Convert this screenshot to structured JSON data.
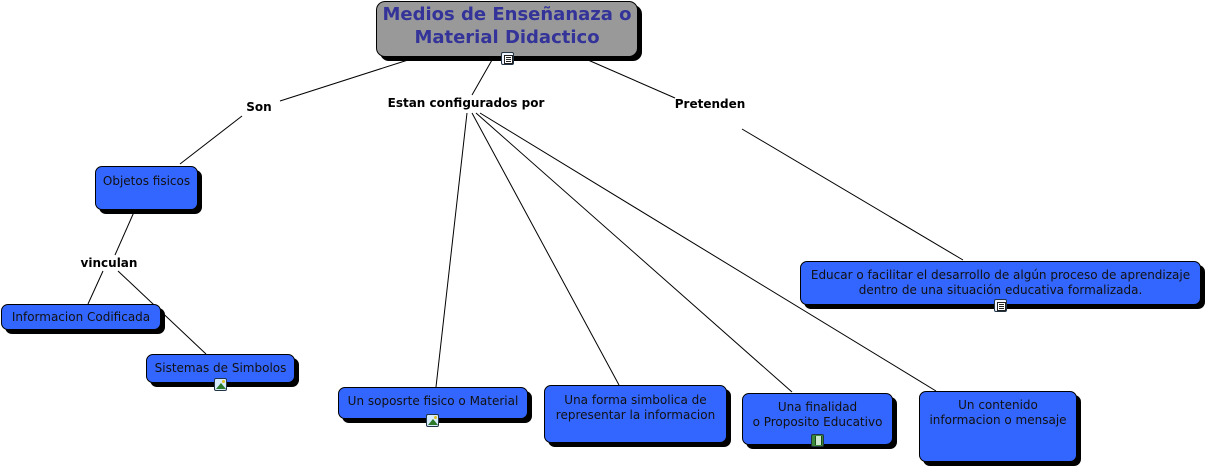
{
  "nodes": {
    "main_title": "Medios de Enseñanaza o\nMaterial Didactico",
    "objetos_fisicos": "Objetos fisicos",
    "informacion_codificada": "Informacion Codificada",
    "sistemas_simbolos": "Sistemas de Simbolos",
    "soporte_fisico": "Un soposrte fisico o Material",
    "forma_simbolica": "Una forma simbolica de\nrepresentar la informacion",
    "finalidad": "Una finalidad\no Proposito Educativo",
    "contenido": "Un contenido\ninformacion o mensaje",
    "educar": "Educar o facilitar el desarrollo de algún proceso de aprendizaje\ndentro de una situación educativa formalizada."
  },
  "link_labels": {
    "son": "Son",
    "estan_configurados": "Estan configurados por",
    "pretenden": "Pretenden",
    "vinculan": "vinculan"
  },
  "icons": {
    "main_title": "document-icon",
    "sistemas_simbolos": "image-icon",
    "soporte_fisico": "image-icon",
    "finalidad": "video-icon",
    "educar": "document-icon"
  },
  "colors": {
    "node_fill": "#3366ff",
    "title_fill": "#999999",
    "title_text": "#333399"
  }
}
